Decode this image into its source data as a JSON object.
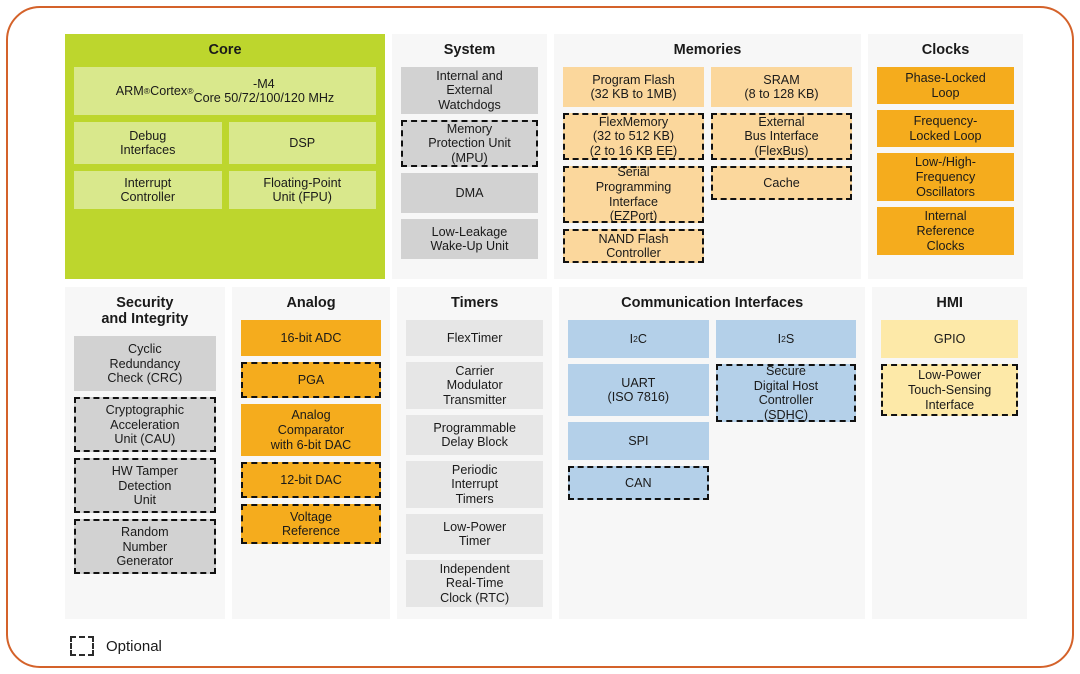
{
  "frame": {
    "border_color": "#d4622a"
  },
  "legend": {
    "label": "Optional",
    "swatch_name": "dashed-square"
  },
  "palette": {
    "core": "#bdd62d",
    "core_block": "#d9e88c",
    "panel_bg": "#f7f7f7",
    "gray_block": "#d2d2d2",
    "gray_block_light": "#e6e6e6",
    "peach": "#fbd79c",
    "amber": "#f5ac1d",
    "blue": "#b4d0e9",
    "cream": "#fde9a8",
    "dashed_border": "#111111"
  },
  "rows": [
    {
      "panels": [
        {
          "title": "Core",
          "blocks_full": [
            {
              "label": "ARM® Cortex®-M4\nCore 50/72/100/120 MHz",
              "optional": false
            }
          ],
          "blocks_pairs": [
            [
              {
                "label": "Debug\nInterfaces",
                "optional": false
              },
              {
                "label": "DSP",
                "optional": false
              }
            ],
            [
              {
                "label": "Interrupt\nController",
                "optional": false
              },
              {
                "label": "Floating-Point\nUnit (FPU)",
                "optional": false
              }
            ]
          ]
        },
        {
          "title": "System",
          "blocks": [
            {
              "label": "Internal and\nExternal\nWatchdogs",
              "optional": false
            },
            {
              "label": "Memory\nProtection Unit\n(MPU)",
              "optional": true
            },
            {
              "label": "DMA",
              "optional": false
            },
            {
              "label": "Low-Leakage\nWake-Up Unit",
              "optional": false
            }
          ]
        },
        {
          "title": "Memories",
          "col_left": [
            {
              "label": "Program Flash\n(32 KB to 1MB)",
              "optional": false
            },
            {
              "label": "FlexMemory\n(32 to 512 KB)\n(2 to 16 KB EE)",
              "optional": true
            },
            {
              "label": "Serial\nProgramming\nInterface\n(EZPort)",
              "optional": true
            },
            {
              "label": "NAND Flash\nController",
              "optional": true
            }
          ],
          "col_right": [
            {
              "label": "SRAM\n(8 to 128 KB)",
              "optional": false
            },
            {
              "label": "External\nBus Interface\n(FlexBus)",
              "optional": true
            },
            {
              "label": "Cache",
              "optional": true
            }
          ]
        },
        {
          "title": "Clocks",
          "blocks": [
            {
              "label": "Phase-Locked\nLoop",
              "optional": false
            },
            {
              "label": "Frequency-\nLocked Loop",
              "optional": false
            },
            {
              "label": "Low-/High-\nFrequency\nOscillators",
              "optional": false
            },
            {
              "label": "Internal\nReference\nClocks",
              "optional": false
            }
          ]
        }
      ]
    },
    {
      "panels": [
        {
          "title": "Security\nand Integrity",
          "blocks": [
            {
              "label": "Cyclic\nRedundancy\nCheck (CRC)",
              "optional": false
            },
            {
              "label": "Cryptographic\nAcceleration\nUnit (CAU)",
              "optional": true
            },
            {
              "label": "HW Tamper\nDetection\nUnit",
              "optional": true
            },
            {
              "label": "Random\nNumber\nGenerator",
              "optional": true
            }
          ]
        },
        {
          "title": "Analog",
          "blocks": [
            {
              "label": "16-bit ADC",
              "optional": false
            },
            {
              "label": "PGA",
              "optional": true
            },
            {
              "label": "Analog\nComparator\nwith 6-bit DAC",
              "optional": false
            },
            {
              "label": "12-bit DAC",
              "optional": true
            },
            {
              "label": "Voltage\nReference",
              "optional": true
            }
          ]
        },
        {
          "title": "Timers",
          "blocks": [
            {
              "label": "FlexTimer",
              "optional": false
            },
            {
              "label": "Carrier\nModulator\nTransmitter",
              "optional": false
            },
            {
              "label": "Programmable\nDelay Block",
              "optional": false
            },
            {
              "label": "Periodic\nInterrupt\nTimers",
              "optional": false
            },
            {
              "label": "Low-Power\nTimer",
              "optional": false
            },
            {
              "label": "Independent\nReal-Time\nClock (RTC)",
              "optional": false
            }
          ]
        },
        {
          "title": "Communication Interfaces",
          "col_left": [
            {
              "label": "I²C",
              "optional": false
            },
            {
              "label": "UART\n(ISO 7816)",
              "optional": false
            },
            {
              "label": "SPI",
              "optional": false
            },
            {
              "label": "CAN",
              "optional": true
            }
          ],
          "col_right": [
            {
              "label": "I²S",
              "optional": false
            },
            {
              "label": "Secure\nDigital Host\nController\n(SDHC)",
              "optional": true
            }
          ]
        },
        {
          "title": "HMI",
          "blocks": [
            {
              "label": "GPIO",
              "optional": false
            },
            {
              "label": "Low-Power\nTouch-Sensing\nInterface",
              "optional": true
            }
          ]
        }
      ]
    }
  ]
}
